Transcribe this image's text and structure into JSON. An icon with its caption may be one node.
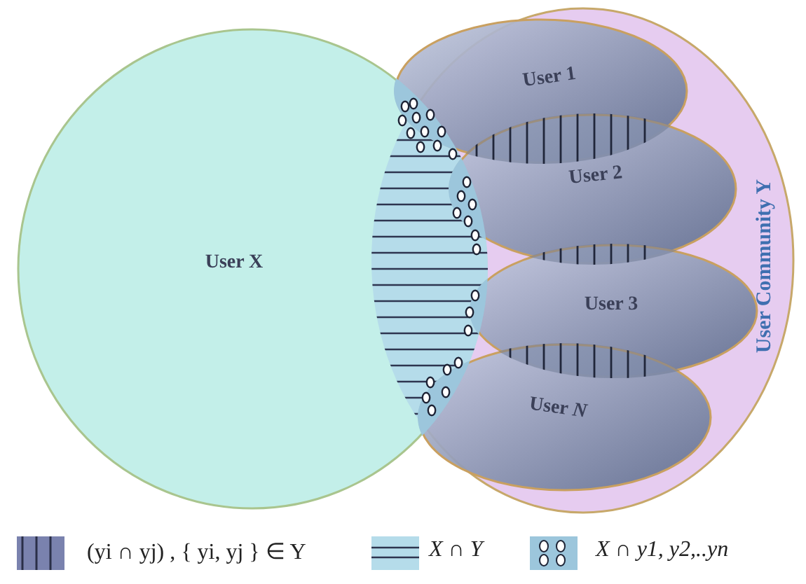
{
  "diagram": {
    "nodes": [
      {
        "text": [
          "User X"
        ]
      },
      {
        "text": [
          "User Community Y"
        ]
      },
      {
        "text": [
          "User 1"
        ],
        "in": 1
      },
      {
        "text": [
          "User 2"
        ],
        "in": 1
      },
      {
        "text": [
          "User 3"
        ],
        "in": 1
      },
      {
        "text": [
          "User *N*"
        ],
        "in": 1
      }
    ],
    "legend": [
      {
        "text": "(yi ∩ yj) , { yi, yj } ∈ Y"
      },
      {
        "text": "X ∩ Y"
      },
      {
        "text": "X ∩ y1, y2,..yn"
      }
    ]
  }
}
